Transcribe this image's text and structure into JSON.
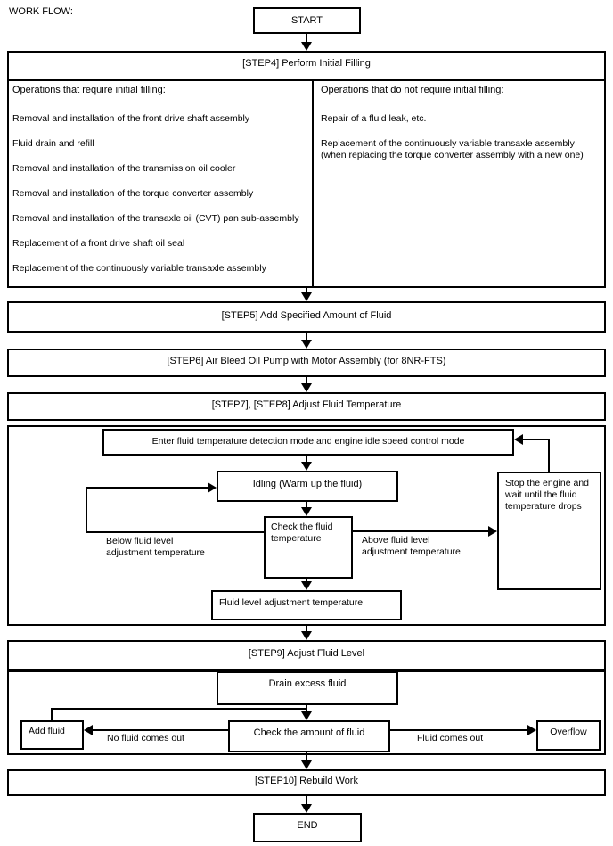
{
  "page": {
    "label": "WORK FLOW:"
  },
  "colors": {
    "line": "#000000",
    "background": "#ffffff",
    "text": "#000000"
  },
  "flow": {
    "start": "START",
    "end": "END",
    "step4": {
      "title": "[STEP4] Perform Initial Filling",
      "left": {
        "header": "Operations that require initial filling:",
        "items": [
          "Removal and installation of the front drive shaft assembly",
          "Fluid drain and refill",
          "Removal and installation of the transmission oil cooler",
          "Removal and installation of the torque converter assembly",
          "Removal and installation of the transaxle oil (CVT) pan sub-assembly",
          "Replacement of a front drive shaft oil seal",
          "Replacement of the continuously variable transaxle assembly"
        ]
      },
      "right": {
        "header": "Operations that do not require initial filling:",
        "items": [
          "Repair of a fluid leak, etc.",
          "Replacement of the continuously variable transaxle assembly",
          "(when replacing the torque converter assembly with a new one)"
        ]
      }
    },
    "step5": {
      "title": "[STEP5] Add Specified Amount of Fluid"
    },
    "step6": {
      "title": "[STEP6] Air Bleed Oil Pump with Motor Assembly (for 8NR-FTS)"
    },
    "step7": {
      "title": "[STEP7], [STEP8] Adjust Fluid Temperature",
      "enter_mode": "Enter fluid temperature detection mode and engine idle speed control mode",
      "idling": "Idling (Warm up the fluid)",
      "check_temp": "Check the fluid temperature",
      "below_label": "Below fluid level adjustment temperature",
      "above_label": "Above fluid level adjustment temperature",
      "stop_engine": "Stop the engine and wait until the fluid temperature drops",
      "adjust_temp": "Fluid level adjustment temperature"
    },
    "step9": {
      "title": "[STEP9] Adjust Fluid Level",
      "drain": "Drain excess fluid",
      "check_amount": "Check the amount of fluid",
      "add_fluid": "Add fluid",
      "no_fluid_label": "No fluid comes out",
      "fluid_label": "Fluid comes out",
      "overflow": "Overflow"
    },
    "step10": {
      "title": "[STEP10] Rebuild Work"
    }
  }
}
